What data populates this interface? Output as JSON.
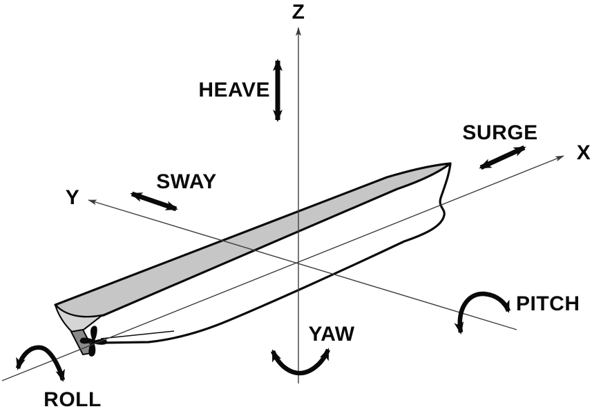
{
  "axes": {
    "x_label": "X",
    "y_label": "Y",
    "z_label": "Z"
  },
  "motions": {
    "heave": "HEAVE",
    "sway": "SWAY",
    "surge": "SURGE",
    "yaw": "YAW",
    "pitch": "PITCH",
    "roll": "ROLL"
  },
  "colors": {
    "background": "#ffffff",
    "ink": "#0a0a0a",
    "deck": "#c6c6c6",
    "counter": "#d5d5d5",
    "rudder": "#8a8a8a",
    "axis": "#3c3c3c"
  }
}
